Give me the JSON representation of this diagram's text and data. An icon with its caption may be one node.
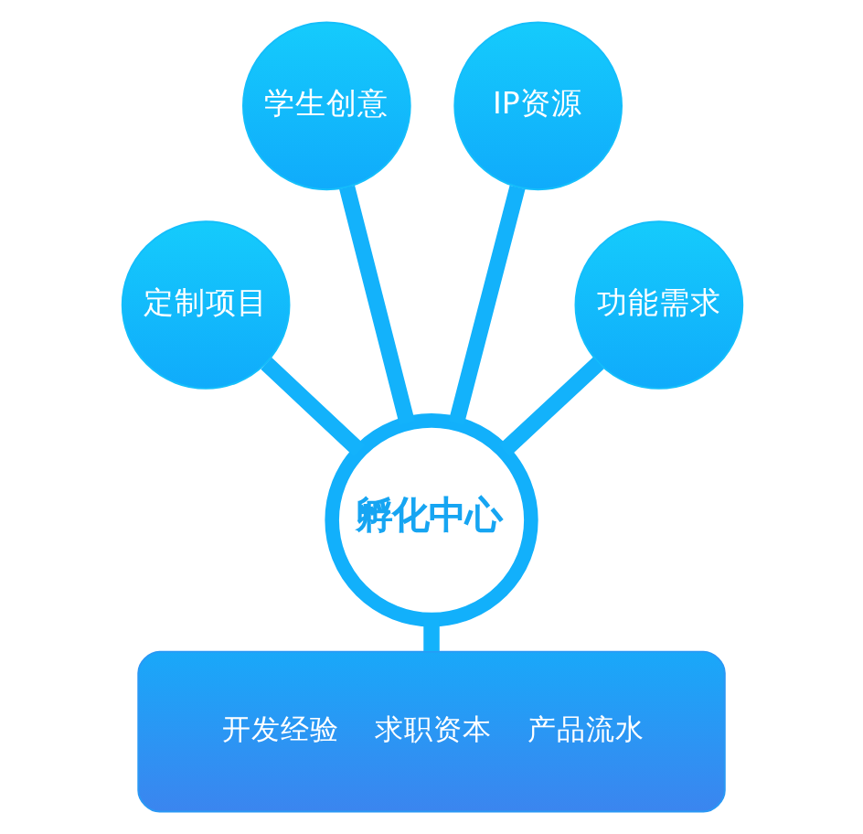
{
  "diagram": {
    "nodes": [
      {
        "text": [
          "定制项目"
        ]
      },
      {
        "text": [
          "学生创意"
        ]
      },
      {
        "text": [
          "IP资源"
        ]
      },
      {
        "text": [
          "功能需求"
        ]
      },
      {
        "text": [
          "孵化中心"
        ]
      },
      {
        "text": [
          "开发经验",
          "求职资本",
          "产品流水"
        ]
      }
    ],
    "edges": [
      {
        "from": 0,
        "to": 4,
        "arrow": "none"
      },
      {
        "from": 1,
        "to": 4,
        "arrow": "none"
      },
      {
        "from": 2,
        "to": 4,
        "arrow": "none"
      },
      {
        "from": 3,
        "to": 4,
        "arrow": "none"
      },
      {
        "from": 4,
        "to": 5,
        "arrow": "none"
      }
    ]
  }
}
